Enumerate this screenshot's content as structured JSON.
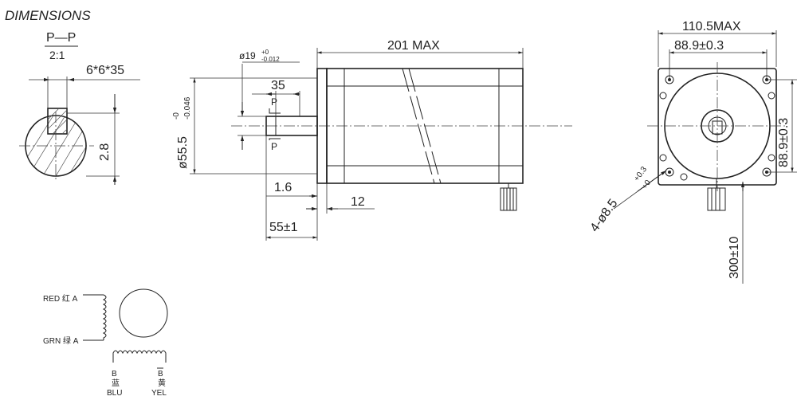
{
  "title": "DIMENSIONS",
  "section": {
    "name": "P—P",
    "scale": "2:1",
    "key_size": "6*6*35",
    "key_depth": "2.8"
  },
  "side": {
    "length": "201 MAX",
    "diameter_main": "ø55.5",
    "diameter_tol_upper": "-0",
    "diameter_tol_lower": "-0.046",
    "pilot_main": "ø19",
    "pilot_tol_upper": "+0",
    "pilot_tol_lower": "-0.012",
    "key_len": "35",
    "flange_gap": "1.6",
    "flange_thk": "12",
    "shaft_len": "55±1",
    "section_mark": "P"
  },
  "front": {
    "overall": "110.5MAX",
    "bolt_h": "88.9±0.3",
    "bolt_v": "88.9±0.3",
    "holes_main": "4-ø8.5",
    "holes_tol_upper": "+0.3",
    "holes_tol_lower": "+0",
    "lead_len": "300±10"
  },
  "wiring": {
    "a": "RED 红 A",
    "a_bar": "GRN 绿 A",
    "b_code": "B",
    "b_cn": "蓝",
    "b_color": "BLU",
    "bbar_code": "B",
    "bbar_cn": "黄",
    "bbar_color": "YEL"
  }
}
